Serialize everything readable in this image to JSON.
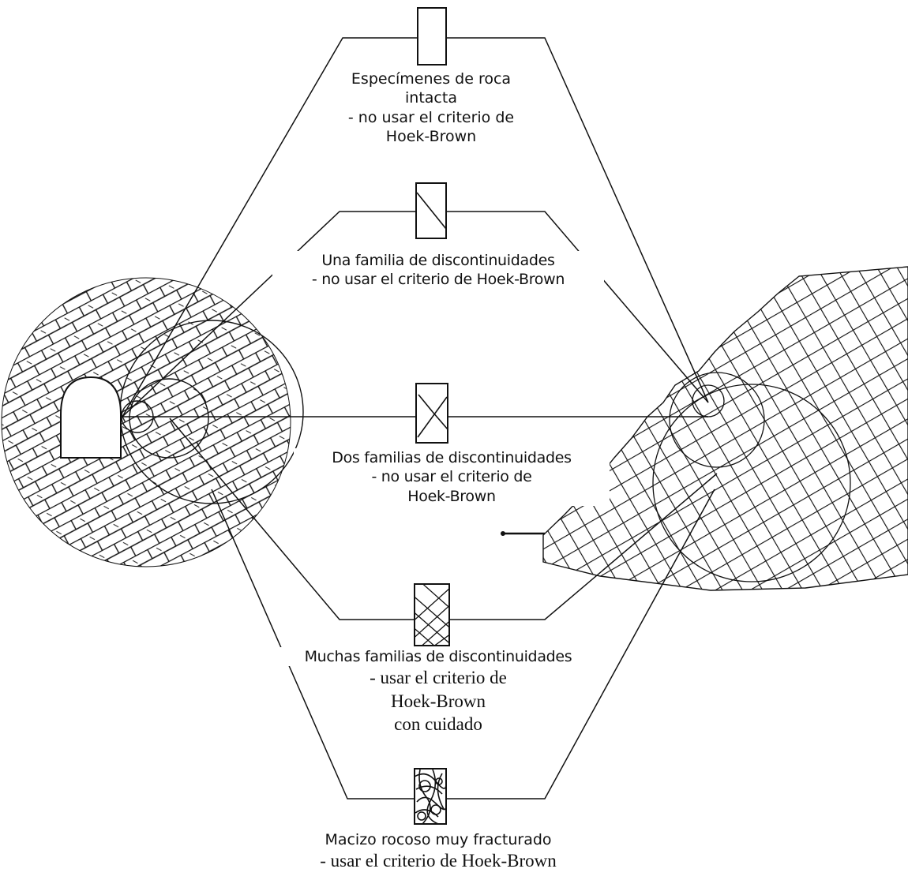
{
  "captions": {
    "intact": {
      "lines": [
        "Especímenes de roca",
        "intacta",
        "- no usar el criterio de",
        "Hoek-Brown"
      ]
    },
    "one_set": {
      "lines": [
        "Una familia de discontinuidades",
        "- no usar el criterio de Hoek-Brown"
      ]
    },
    "two_sets": {
      "lines": [
        "Dos familias de discontinuidades",
        "- no usar el criterio de",
        "Hoek-Brown"
      ]
    },
    "many_sets": {
      "line1": "Muchas familias de discontinuidades",
      "lines_serif": [
        "- usar el criterio de",
        "Hoek-Brown",
        "con cuidado"
      ]
    },
    "fractured": {
      "line1": "Macizo rocoso muy fracturado",
      "line2": "- usar el criterio de Hoek-Brown"
    }
  },
  "colors": {
    "ink": "#111111",
    "paper": "#ffffff"
  }
}
